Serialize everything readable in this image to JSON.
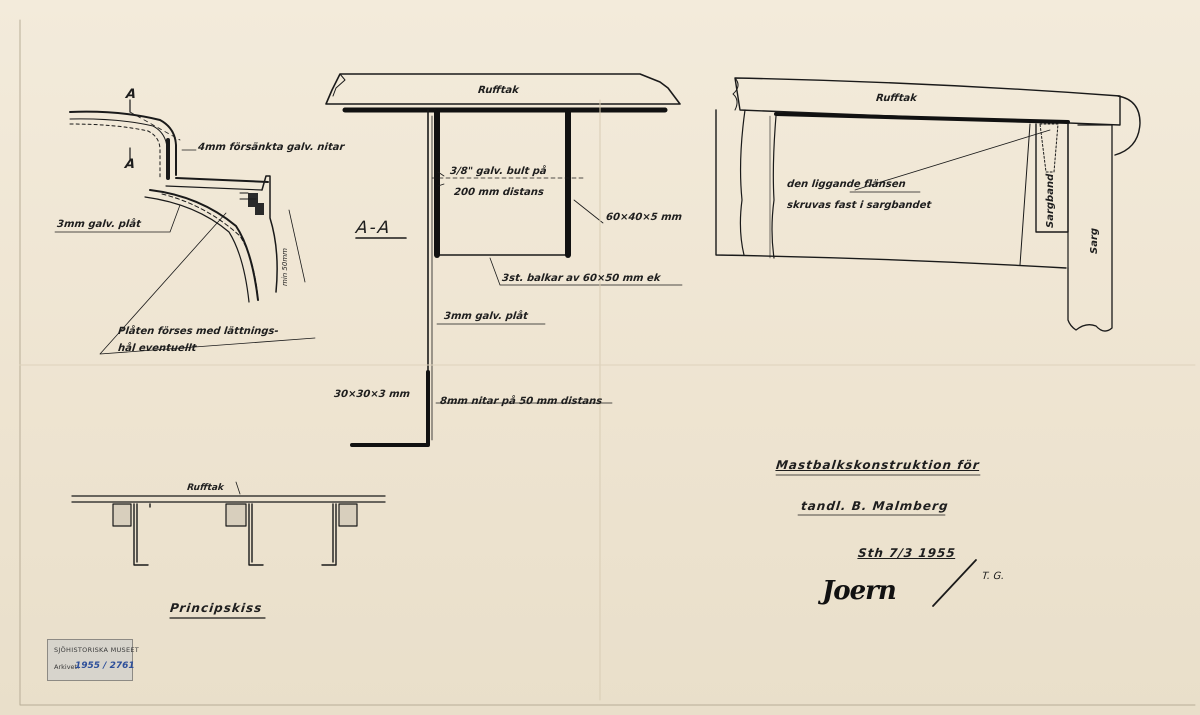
{
  "section_marks": {
    "top": "A",
    "bottom": "A",
    "section_title": "A-A"
  },
  "detail_left": {
    "rivets": "4mm försänkta galv. nitar",
    "plate": "3mm galv. plåt",
    "holes_line1": "Plåten förses med lättnings-",
    "holes_line2": "hål eventuellt",
    "min_dim": "min 50mm"
  },
  "section_aa": {
    "roof": "Rufftak",
    "bolt_line1": "3/8\" galv. bult på",
    "bolt_line2": "200 mm distans",
    "angle_top": "60×40×5 mm",
    "beams": "3st. balkar av 60×50 mm ek",
    "plate": "3mm galv. plåt",
    "angle_bottom": "30×30×3 mm",
    "rivets": "8mm nitar på 50 mm distans"
  },
  "detail_right": {
    "roof": "Rufftak",
    "flange_line1": "den liggande flänsen",
    "flange_line2": "skruvas fast i sargbandet",
    "sargband": "Sargband",
    "sarg": "Sarg"
  },
  "principle": {
    "roof": "Rufftak",
    "caption": "Principskiss"
  },
  "title_block": {
    "title": "Mastbalkskonstruktion för",
    "client": "tandl. B. Malmberg",
    "date": "Sth 7/3 1955",
    "signature": "Joern",
    "initials": "T. G."
  },
  "stamp": {
    "museum": "SJÖHISTORISKA MUSEET",
    "archive_label": "Arkivet:",
    "archive_no": "1955 / 2761"
  }
}
